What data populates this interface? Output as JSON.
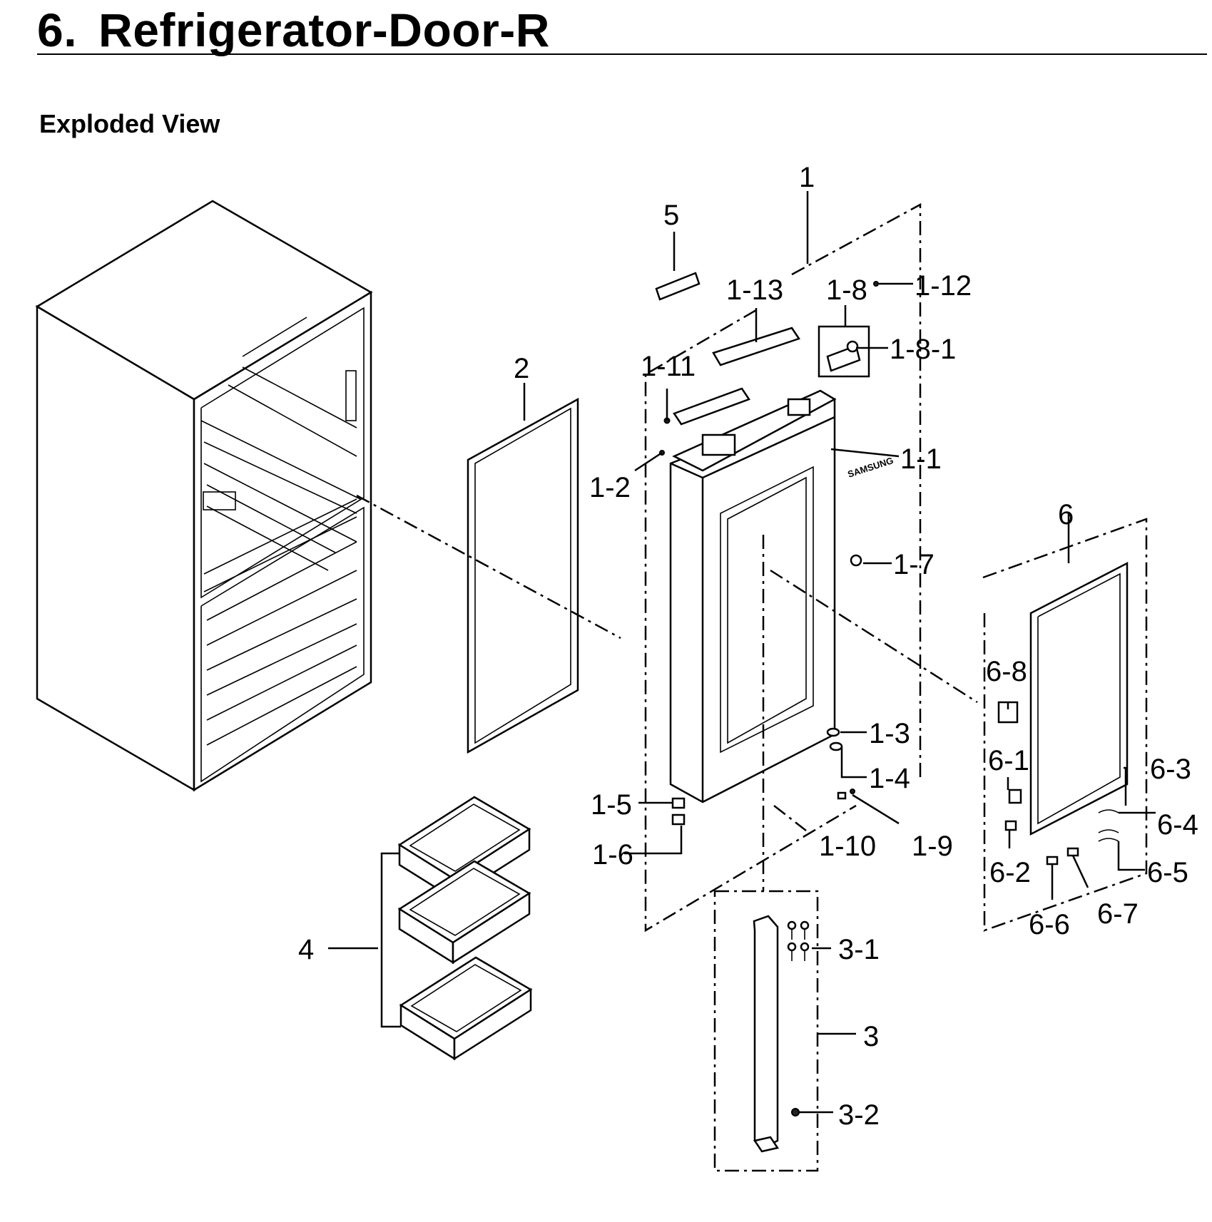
{
  "header": {
    "section_number": "6.",
    "title": "Refrigerator-Door-R"
  },
  "section": {
    "heading": "Exploded View"
  },
  "callouts": {
    "c1": "1",
    "c1_1": "1-1",
    "c1_2": "1-2",
    "c1_3": "1-3",
    "c1_4": "1-4",
    "c1_5": "1-5",
    "c1_6": "1-6",
    "c1_7": "1-7",
    "c1_8": "1-8",
    "c1_8_1": "1-8-1",
    "c1_9": "1-9",
    "c1_10": "1-10",
    "c1_11": "1-11",
    "c1_12": "1-12",
    "c1_13": "1-13",
    "c2": "2",
    "c3": "3",
    "c3_1": "3-1",
    "c3_2": "3-2",
    "c4": "4",
    "c5": "5",
    "c6": "6",
    "c6_1": "6-1",
    "c6_2": "6-2",
    "c6_3": "6-3",
    "c6_4": "6-4",
    "c6_5": "6-5",
    "c6_6": "6-6",
    "c6_7": "6-7",
    "c6_8": "6-8"
  },
  "door_logo_text": "SAMSUNG"
}
